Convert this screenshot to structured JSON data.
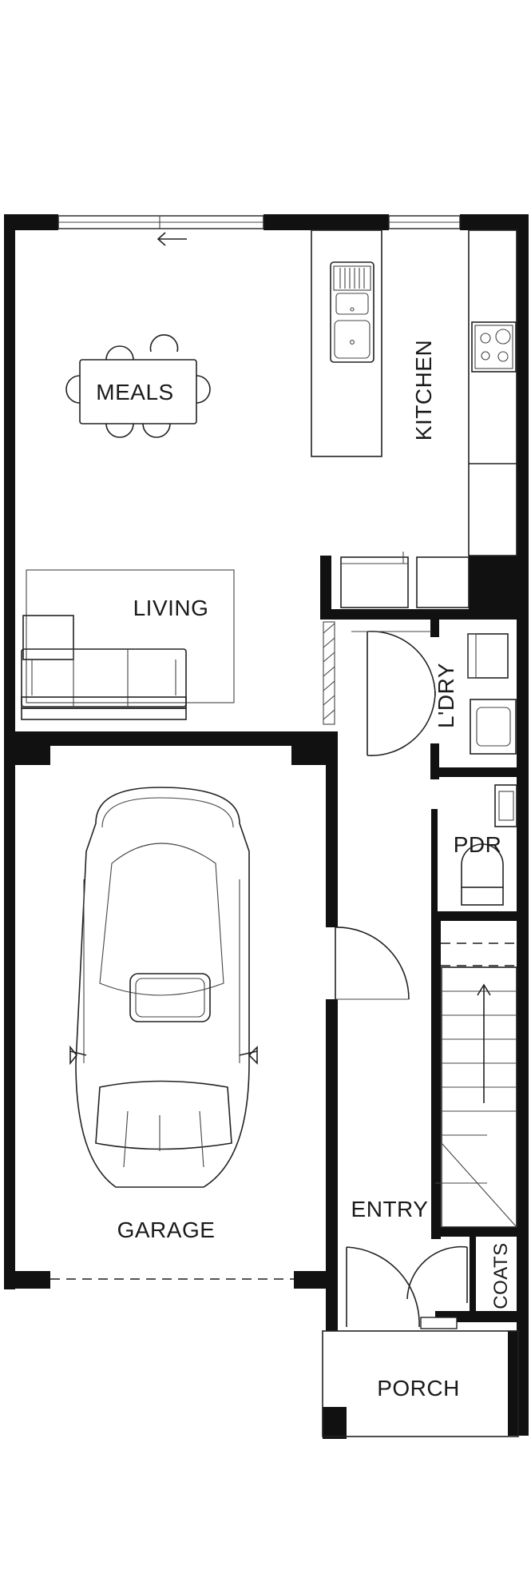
{
  "rooms": {
    "meals": "MEALS",
    "kitchen": "KITCHEN",
    "living": "LIVING",
    "laundry": "L'DRY",
    "pdr": "PDR",
    "garage": "GARAGE",
    "entry": "ENTRY",
    "coats": "COATS",
    "porch": "PORCH"
  },
  "colors": {
    "wall": "#111111",
    "line": "#222222",
    "background": "#ffffff"
  },
  "icons": {
    "door_arrow": "left-arrow-icon",
    "stair_arrow": "up-arrow-icon"
  }
}
